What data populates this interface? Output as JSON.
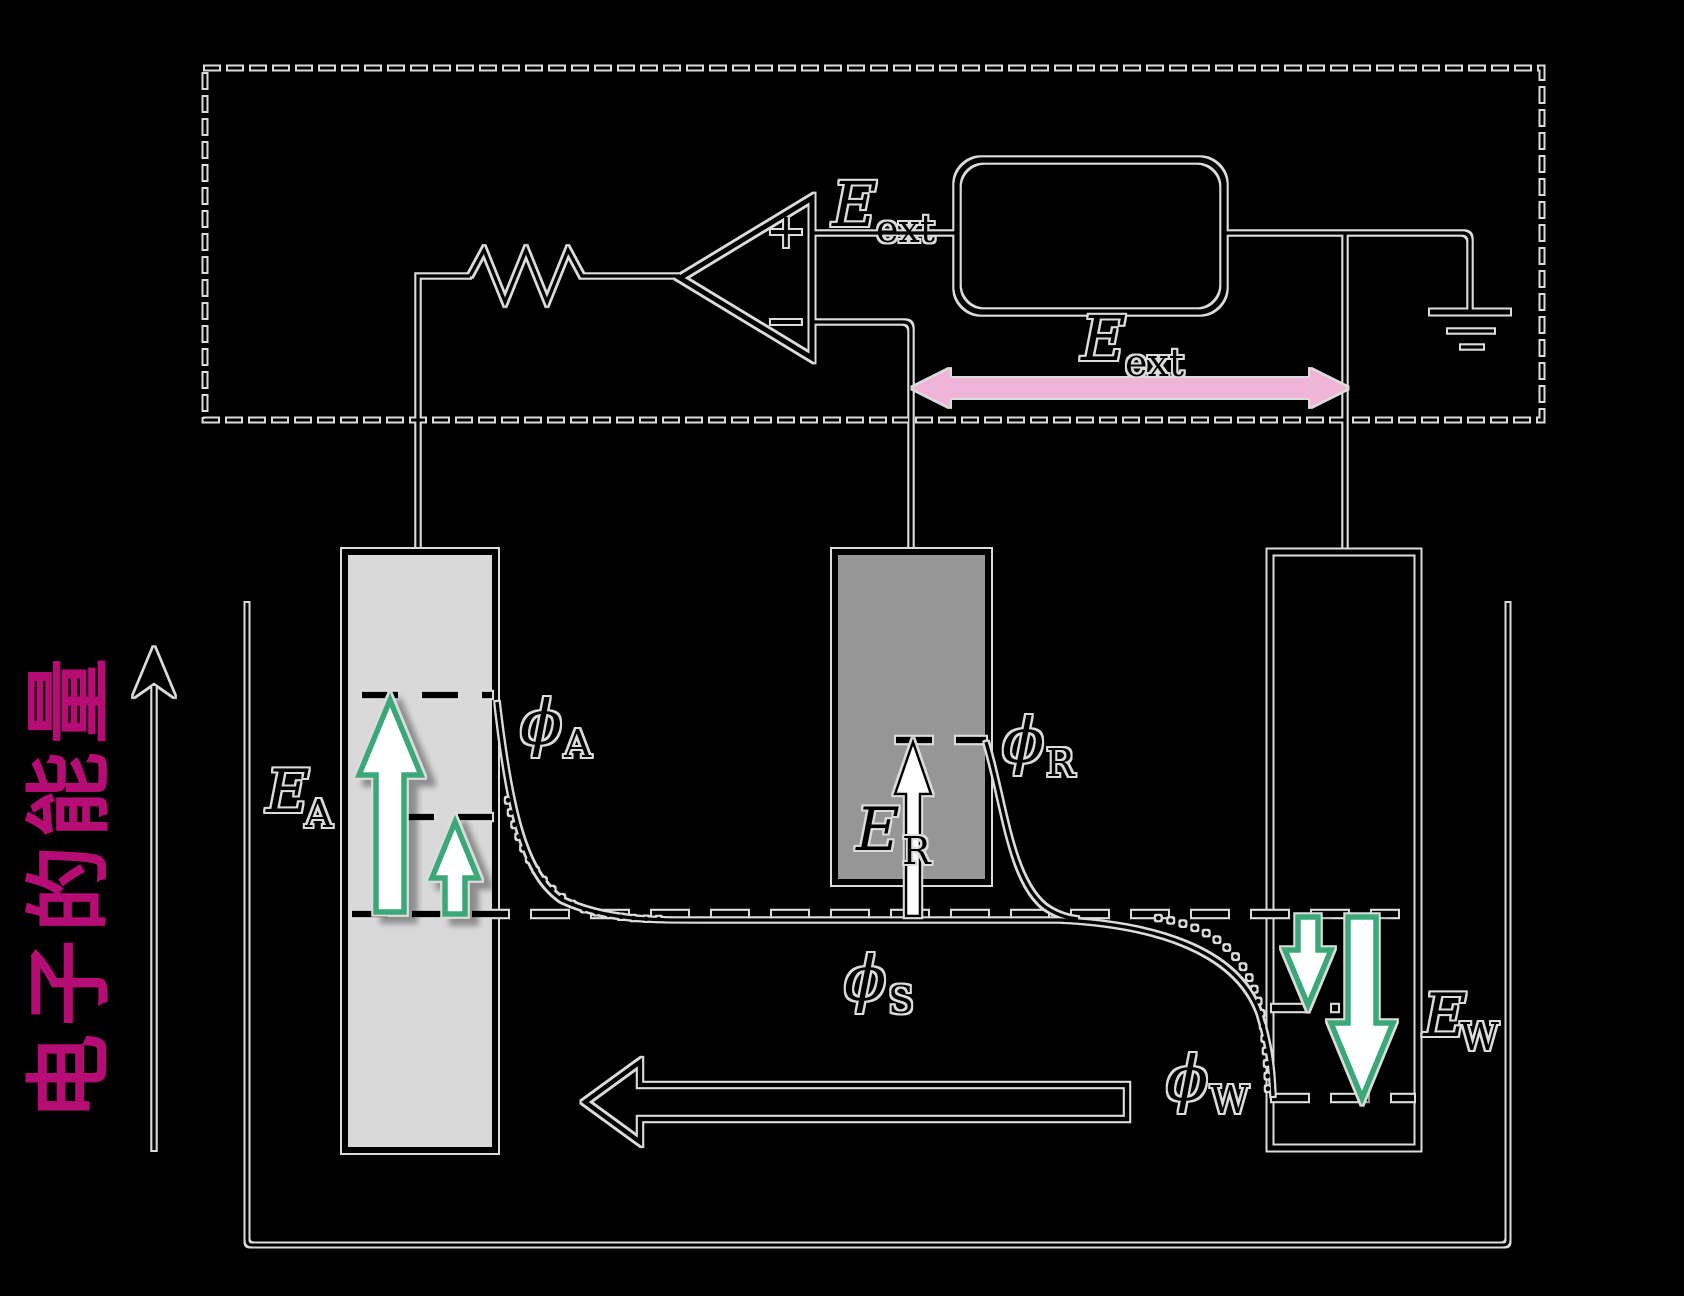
{
  "circuit": {
    "e_ext_label": {
      "base": "E",
      "sub": "ext"
    },
    "opamp": {
      "plus": "+",
      "minus": "−"
    }
  },
  "external_potential_arrow": {
    "label": {
      "base": "E",
      "sub": "ext"
    },
    "color": "#eeb5d8"
  },
  "electrodes": {
    "counter": {
      "energy_label": {
        "base": "E",
        "sub": "A"
      },
      "potential_label": {
        "base": "ϕ",
        "sub": "A"
      },
      "fill_color": "#d9d9d9"
    },
    "reference": {
      "energy_label": {
        "base": "E",
        "sub": "R"
      },
      "potential_label": {
        "base": "ϕ",
        "sub": "R"
      },
      "fill_color": "#969696"
    },
    "working": {
      "energy_label": {
        "base": "E",
        "sub": "W"
      },
      "potential_label": {
        "base": "ϕ",
        "sub": "W"
      }
    }
  },
  "solution": {
    "potential_label": {
      "base": "ϕ",
      "sub": "S"
    }
  },
  "axis": {
    "label": "电子的能量",
    "color": "#b50d73"
  },
  "transfer_arrow_color": "#3aa877"
}
